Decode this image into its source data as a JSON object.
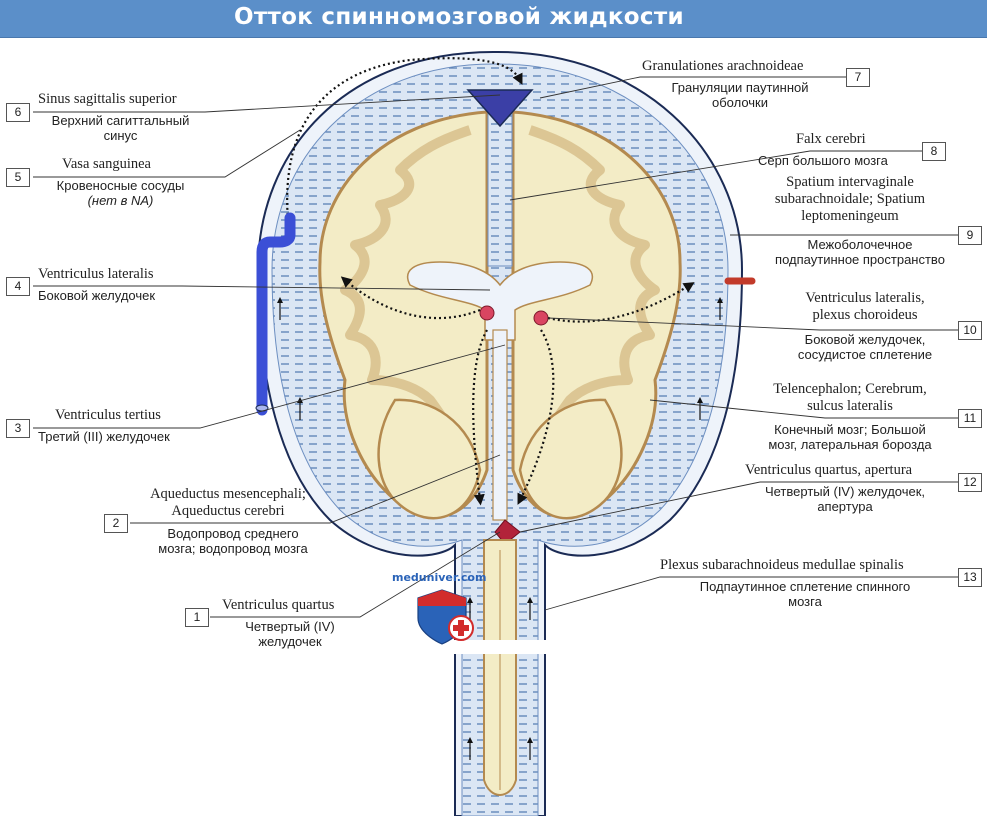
{
  "title": "Отток спинномозговой жидкости",
  "watermark": "meduniver.com",
  "colors": {
    "title_bar": "#5b8fc9",
    "brain_tissue": "#f3ecc6",
    "cortex_outline": "#b48a4f",
    "csf_space": "#dbe6f4",
    "vein": "#3b4fd6",
    "artery": "#c23a2a"
  },
  "labels": [
    {
      "num": "1",
      "latin": [
        "Ventriculus quartus"
      ],
      "russian": [
        "Четвертый (IV)",
        "желудочек"
      ]
    },
    {
      "num": "2",
      "latin": [
        "Aqueductus mesencephali;",
        "Aqueductus cerebri"
      ],
      "russian": [
        "Водопровод среднего",
        "мозга; водопровод мозга"
      ]
    },
    {
      "num": "3",
      "latin": [
        "Ventriculus tertius"
      ],
      "russian": [
        "Третий (III) желудочек"
      ]
    },
    {
      "num": "4",
      "latin": [
        "Ventriculus lateralis"
      ],
      "russian": [
        "Боковой желудочек"
      ]
    },
    {
      "num": "5",
      "latin": [
        "Vasa sanguinea"
      ],
      "russian": [
        "Кровеносные сосуды"
      ],
      "note": "(нет в NA)"
    },
    {
      "num": "6",
      "latin": [
        "Sinus sagittalis superior"
      ],
      "russian": [
        "Верхний сагиттальный",
        "синус"
      ]
    },
    {
      "num": "7",
      "latin": [
        "Granulationes arachnoideae"
      ],
      "russian": [
        "Грануляции паутинной",
        "оболочки"
      ]
    },
    {
      "num": "8",
      "latin": [
        "Falx cerebri"
      ],
      "russian": [
        "Серп большого мозга"
      ]
    },
    {
      "num": "9",
      "latin": [
        "Spatium intervaginale",
        "subarachnoidale; Spatium",
        "leptomeningeum"
      ],
      "russian": [
        "Межоболочечное",
        "подпаутинное пространство"
      ]
    },
    {
      "num": "10",
      "latin": [
        "Ventriculus lateralis,",
        "plexus choroideus"
      ],
      "russian": [
        "Боковой желудочек,",
        "сосудистое сплетение"
      ]
    },
    {
      "num": "11",
      "latin": [
        "Telencephalon; Cerebrum,",
        "sulcus lateralis"
      ],
      "russian": [
        "Конечный мозг; Большой",
        "мозг, латеральная борозда"
      ]
    },
    {
      "num": "12",
      "latin": [
        "Ventriculus quartus, apertura"
      ],
      "russian": [
        "Четвертый (IV) желудочек,",
        "апертура"
      ]
    },
    {
      "num": "13",
      "latin": [
        "Plexus subarachnoideus medullae spinalis"
      ],
      "russian": [
        "Подпаутинное сплетение спинного",
        "мозга"
      ]
    }
  ]
}
